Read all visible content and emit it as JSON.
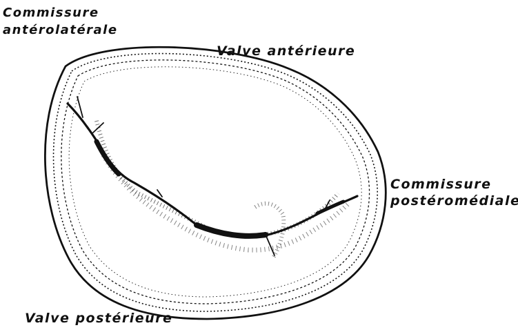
{
  "labels": {
    "anterolateral_commissure": [
      "Commissure",
      "antérolatérale"
    ],
    "anterior_valve": "Valve antérieure",
    "posteromedial_commissure": [
      "Commissure",
      "postéromédiale"
    ],
    "posterior_valve": "Valve postérieure"
  },
  "colors": {
    "ink": "#111111",
    "background": "#ffffff"
  }
}
